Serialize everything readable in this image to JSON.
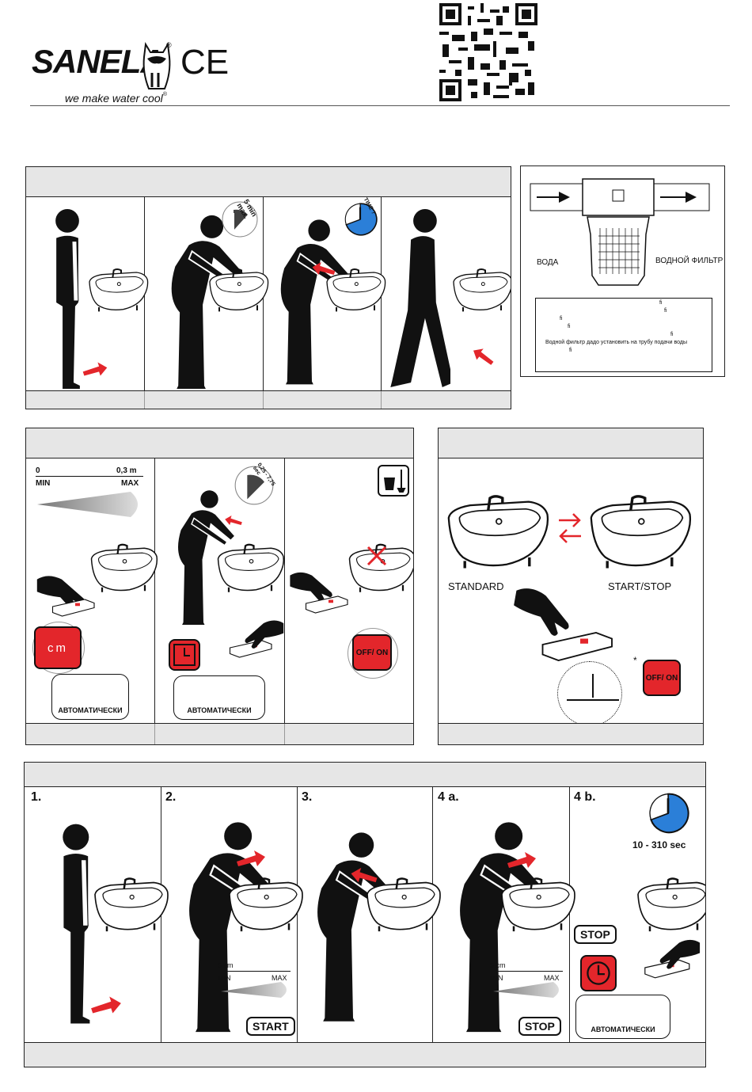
{
  "header": {
    "brand": "SANELA",
    "registered": "®",
    "ce_mark": "CE",
    "slogan": "we make water cool",
    "slogan_mark": "®"
  },
  "panel1": {
    "timer_label_1": "5 min max.",
    "timer_label_2": "TIME ?"
  },
  "filter_panel": {
    "label_water": "ВОДА",
    "label_filter": "ВОДНОЙ ФИЛЬТР",
    "note_lines": [
      "ﬁ",
      "ﬁ",
      "ﬁ",
      "ﬁ",
      "ﬁ"
    ],
    "note_text": "Водной фильтр дадо установить на трубу подачи воды",
    "note_last": "ﬁ"
  },
  "panel2": {
    "range_start": "0",
    "range_end": "0,3 m",
    "min_label": "MIN",
    "max_label": "MAX",
    "cm_label": "cm",
    "timer_label": "0,25 - 7,75 sec",
    "auto_1": "АВТОМАТИЧЕСКИ",
    "auto_2": "АВТОМАТИЧЕСКИ",
    "off_on": "OFF/ ON"
  },
  "panel3": {
    "standard": "STANDARD",
    "start_stop": "START/STOP",
    "asterisk": "*",
    "off_on": "OFF/ ON"
  },
  "panel4": {
    "steps": [
      "1.",
      "2.",
      "3.",
      "4 a.",
      "4 b."
    ],
    "range_1": "5 cm",
    "min_1": "MIN",
    "max_1": "MAX",
    "range_2": "5 cm",
    "min_2": "MIN",
    "max_2": "MAX",
    "start_btn": "START",
    "stop_btn": "STOP",
    "stop_btn_2": "STOP",
    "time_range": "10 - 310 sec",
    "auto": "АВТОМАТИЧЕСКИ"
  },
  "colors": {
    "accent_red": "#e3262b",
    "timer_blue": "#2b7fd8",
    "panel_gray": "#e6e6e6"
  }
}
